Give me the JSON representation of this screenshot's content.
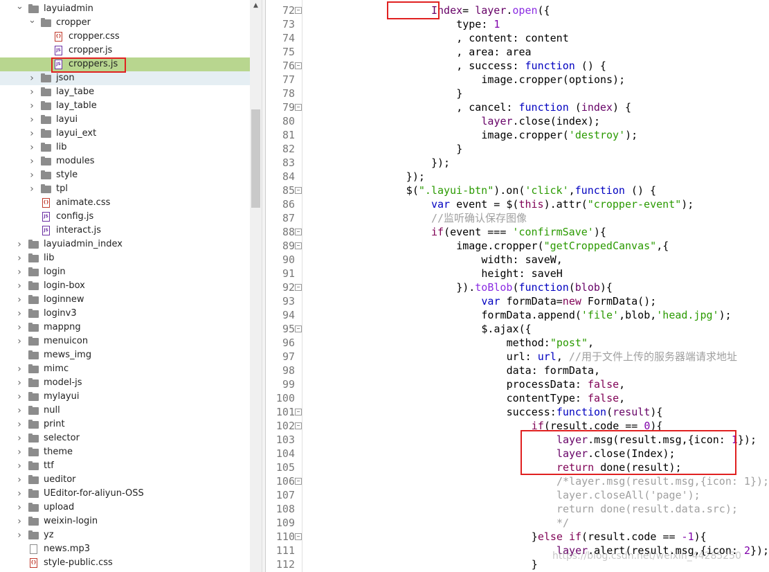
{
  "tree": {
    "items": [
      {
        "label": "layuiadmin",
        "type": "folder",
        "expanded": true,
        "depth": 0
      },
      {
        "label": "cropper",
        "type": "folder",
        "expanded": true,
        "depth": 1
      },
      {
        "label": "cropper.css",
        "type": "file",
        "ext": "css",
        "depth": 2
      },
      {
        "label": "cropper.js",
        "type": "file",
        "ext": "js",
        "depth": 2
      },
      {
        "label": "croppers.js",
        "type": "file",
        "ext": "js",
        "depth": 2,
        "selected": true,
        "highlighted": true
      },
      {
        "label": "json",
        "type": "folder",
        "expanded": false,
        "depth": 1,
        "hover": true
      },
      {
        "label": "lay_tabe",
        "type": "folder",
        "expanded": false,
        "depth": 1
      },
      {
        "label": "lay_table",
        "type": "folder",
        "expanded": false,
        "depth": 1
      },
      {
        "label": "layui",
        "type": "folder",
        "expanded": false,
        "depth": 1
      },
      {
        "label": "layui_ext",
        "type": "folder",
        "expanded": false,
        "depth": 1
      },
      {
        "label": "lib",
        "type": "folder",
        "expanded": false,
        "depth": 1
      },
      {
        "label": "modules",
        "type": "folder",
        "expanded": false,
        "depth": 1
      },
      {
        "label": "style",
        "type": "folder",
        "expanded": false,
        "depth": 1
      },
      {
        "label": "tpl",
        "type": "folder",
        "expanded": false,
        "depth": 1
      },
      {
        "label": "animate.css",
        "type": "file",
        "ext": "css",
        "depth": 1
      },
      {
        "label": "config.js",
        "type": "file",
        "ext": "js",
        "depth": 1
      },
      {
        "label": "interact.js",
        "type": "file",
        "ext": "js",
        "depth": 1
      },
      {
        "label": "layuiadmin_index",
        "type": "folder",
        "expanded": false,
        "depth": 0
      },
      {
        "label": "lib",
        "type": "folder",
        "expanded": false,
        "depth": 0
      },
      {
        "label": "login",
        "type": "folder",
        "expanded": false,
        "depth": 0
      },
      {
        "label": "login-box",
        "type": "folder",
        "expanded": false,
        "depth": 0
      },
      {
        "label": "loginnew",
        "type": "folder",
        "expanded": false,
        "depth": 0
      },
      {
        "label": "loginv3",
        "type": "folder",
        "expanded": false,
        "depth": 0
      },
      {
        "label": "mappng",
        "type": "folder",
        "expanded": false,
        "depth": 0
      },
      {
        "label": "menuicon",
        "type": "folder",
        "expanded": false,
        "depth": 0
      },
      {
        "label": "mews_img",
        "type": "folder",
        "expanded": false,
        "depth": 0,
        "nochev": true
      },
      {
        "label": "mimc",
        "type": "folder",
        "expanded": false,
        "depth": 0
      },
      {
        "label": "model-js",
        "type": "folder",
        "expanded": false,
        "depth": 0
      },
      {
        "label": "mylayui",
        "type": "folder",
        "expanded": false,
        "depth": 0
      },
      {
        "label": "null",
        "type": "folder",
        "expanded": false,
        "depth": 0
      },
      {
        "label": "print",
        "type": "folder",
        "expanded": false,
        "depth": 0
      },
      {
        "label": "selector",
        "type": "folder",
        "expanded": false,
        "depth": 0
      },
      {
        "label": "theme",
        "type": "folder",
        "expanded": false,
        "depth": 0
      },
      {
        "label": "ttf",
        "type": "folder",
        "expanded": false,
        "depth": 0
      },
      {
        "label": "ueditor",
        "type": "folder",
        "expanded": false,
        "depth": 0
      },
      {
        "label": "UEditor-for-aliyun-OSS",
        "type": "folder",
        "expanded": false,
        "depth": 0
      },
      {
        "label": "upload",
        "type": "folder",
        "expanded": false,
        "depth": 0
      },
      {
        "label": "weixin-login",
        "type": "folder",
        "expanded": false,
        "depth": 0
      },
      {
        "label": "yz",
        "type": "folder",
        "expanded": false,
        "depth": 0
      },
      {
        "label": "news.mp3",
        "type": "file",
        "ext": "plain",
        "depth": 0
      },
      {
        "label": "style-public.css",
        "type": "file",
        "ext": "css",
        "depth": 0
      }
    ]
  },
  "editor": {
    "lines": [
      {
        "n": "72",
        "fold": true,
        "indent": 20,
        "tokens": [
          [
            "Index",
            "p"
          ],
          [
            "= ",
            ""
          ],
          [
            "layer",
            "p"
          ],
          [
            ".",
            ""
          ],
          [
            "open",
            "f"
          ],
          [
            "({",
            ""
          ]
        ]
      },
      {
        "n": "73",
        "indent": 24,
        "tokens": [
          [
            "type",
            ""
          ],
          [
            ": ",
            ""
          ],
          [
            "1",
            "n"
          ]
        ]
      },
      {
        "n": "74",
        "indent": 24,
        "tokens": [
          [
            ", ",
            ""
          ],
          [
            "content",
            ""
          ],
          [
            ": content",
            ""
          ]
        ]
      },
      {
        "n": "75",
        "indent": 24,
        "tokens": [
          [
            ", ",
            ""
          ],
          [
            "area",
            ""
          ],
          [
            ": area",
            ""
          ]
        ]
      },
      {
        "n": "76",
        "fold": true,
        "indent": 24,
        "tokens": [
          [
            ", success: ",
            ""
          ],
          [
            "function",
            "kb"
          ],
          [
            " () {",
            ""
          ]
        ]
      },
      {
        "n": "77",
        "indent": 28,
        "tokens": [
          [
            "image.cropper(options);",
            ""
          ]
        ]
      },
      {
        "n": "78",
        "indent": 24,
        "tokens": [
          [
            "}",
            ""
          ]
        ]
      },
      {
        "n": "79",
        "fold": true,
        "indent": 24,
        "tokens": [
          [
            ", cancel: ",
            ""
          ],
          [
            "function",
            "kb"
          ],
          [
            " (",
            ""
          ],
          [
            "index",
            "p"
          ],
          [
            ") {",
            ""
          ]
        ]
      },
      {
        "n": "80",
        "indent": 28,
        "tokens": [
          [
            "layer",
            "p"
          ],
          [
            ".close(index);",
            ""
          ]
        ]
      },
      {
        "n": "81",
        "indent": 28,
        "tokens": [
          [
            "image.cropper(",
            ""
          ],
          [
            "'destroy'",
            "s"
          ],
          [
            ");",
            ""
          ]
        ]
      },
      {
        "n": "82",
        "indent": 24,
        "tokens": [
          [
            "}",
            ""
          ]
        ]
      },
      {
        "n": "83",
        "indent": 20,
        "tokens": [
          [
            "});",
            ""
          ]
        ]
      },
      {
        "n": "84",
        "indent": 16,
        "tokens": [
          [
            "});",
            ""
          ]
        ]
      },
      {
        "n": "85",
        "fold": true,
        "indent": 16,
        "tokens": [
          [
            "$(",
            ""
          ],
          [
            "\".layui-btn\"",
            "s"
          ],
          [
            ").on(",
            ""
          ],
          [
            "'click'",
            "s"
          ],
          [
            ",",
            ""
          ],
          [
            "function",
            "kb"
          ],
          [
            " () {",
            ""
          ]
        ]
      },
      {
        "n": "86",
        "indent": 20,
        "tokens": [
          [
            "var",
            "kb"
          ],
          [
            " event = $(",
            ""
          ],
          [
            "this",
            "k"
          ],
          [
            ").attr(",
            ""
          ],
          [
            "\"cropper-event\"",
            "s"
          ],
          [
            ");",
            ""
          ]
        ]
      },
      {
        "n": "87",
        "indent": 20,
        "tokens": [
          [
            "//监听确认保存图像",
            "c"
          ]
        ]
      },
      {
        "n": "88",
        "fold": true,
        "indent": 20,
        "tokens": [
          [
            "if",
            "k"
          ],
          [
            "(event === ",
            ""
          ],
          [
            "'confirmSave'",
            "s"
          ],
          [
            "){",
            ""
          ]
        ]
      },
      {
        "n": "89",
        "fold": true,
        "indent": 24,
        "tokens": [
          [
            "image.cropper(",
            ""
          ],
          [
            "\"getCroppedCanvas\"",
            "s"
          ],
          [
            ",{",
            ""
          ]
        ]
      },
      {
        "n": "90",
        "indent": 28,
        "tokens": [
          [
            "width: saveW,",
            ""
          ]
        ]
      },
      {
        "n": "91",
        "indent": 28,
        "tokens": [
          [
            "height: saveH",
            ""
          ]
        ]
      },
      {
        "n": "92",
        "fold": true,
        "indent": 24,
        "tokens": [
          [
            "}).",
            ""
          ],
          [
            "toBlob",
            "f"
          ],
          [
            "(",
            ""
          ],
          [
            "function",
            "kb"
          ],
          [
            "(",
            ""
          ],
          [
            "blob",
            "p"
          ],
          [
            "){",
            ""
          ]
        ]
      },
      {
        "n": "93",
        "indent": 28,
        "tokens": [
          [
            "var",
            "kb"
          ],
          [
            " formData=",
            ""
          ],
          [
            "new",
            "k"
          ],
          [
            " FormData();",
            ""
          ]
        ]
      },
      {
        "n": "94",
        "indent": 28,
        "tokens": [
          [
            "formData.append(",
            ""
          ],
          [
            "'file'",
            "s"
          ],
          [
            ",blob,",
            ""
          ],
          [
            "'head.jpg'",
            "s"
          ],
          [
            ");",
            ""
          ]
        ]
      },
      {
        "n": "95",
        "fold": true,
        "indent": 28,
        "tokens": [
          [
            "$.ajax({",
            ""
          ]
        ]
      },
      {
        "n": "96",
        "indent": 32,
        "tokens": [
          [
            "method:",
            ""
          ],
          [
            "\"post\"",
            "s"
          ],
          [
            ",",
            ""
          ]
        ]
      },
      {
        "n": "97",
        "indent": 32,
        "tokens": [
          [
            "url: ",
            ""
          ],
          [
            "url",
            "kb"
          ],
          [
            ", ",
            ""
          ],
          [
            "//用于文件上传的服务器端请求地址",
            "c"
          ]
        ]
      },
      {
        "n": "98",
        "indent": 32,
        "tokens": [
          [
            "data: formData,",
            ""
          ]
        ]
      },
      {
        "n": "99",
        "indent": 32,
        "tokens": [
          [
            "processData: ",
            ""
          ],
          [
            "false",
            "k"
          ],
          [
            ",",
            ""
          ]
        ]
      },
      {
        "n": "100",
        "indent": 32,
        "tokens": [
          [
            "contentType: ",
            ""
          ],
          [
            "false",
            "k"
          ],
          [
            ",",
            ""
          ]
        ]
      },
      {
        "n": "101",
        "fold": true,
        "indent": 32,
        "tokens": [
          [
            "success:",
            ""
          ],
          [
            "function",
            "kb"
          ],
          [
            "(",
            ""
          ],
          [
            "result",
            "p"
          ],
          [
            "){",
            ""
          ]
        ]
      },
      {
        "n": "102",
        "fold": true,
        "indent": 36,
        "tokens": [
          [
            "if",
            "k"
          ],
          [
            "(result.code == ",
            ""
          ],
          [
            "0",
            "n"
          ],
          [
            "){",
            ""
          ]
        ]
      },
      {
        "n": "103",
        "indent": 40,
        "tokens": [
          [
            "layer",
            "p"
          ],
          [
            ".msg(result.msg,{icon: ",
            ""
          ],
          [
            "1",
            "n"
          ],
          [
            "});",
            ""
          ]
        ]
      },
      {
        "n": "104",
        "indent": 40,
        "tokens": [
          [
            "layer",
            "p"
          ],
          [
            ".close(Index);",
            ""
          ]
        ]
      },
      {
        "n": "105",
        "indent": 40,
        "tokens": [
          [
            "return",
            "k"
          ],
          [
            " done(result);",
            ""
          ]
        ]
      },
      {
        "n": "106",
        "fold": true,
        "indent": 40,
        "tokens": [
          [
            "/*layer.msg(result.msg,{icon: 1});",
            "c"
          ]
        ]
      },
      {
        "n": "107",
        "indent": 40,
        "tokens": [
          [
            "layer.closeAll('page');",
            "c"
          ]
        ]
      },
      {
        "n": "108",
        "indent": 40,
        "tokens": [
          [
            "return done(result.data.src);",
            "c"
          ]
        ]
      },
      {
        "n": "109",
        "indent": 40,
        "tokens": [
          [
            "*/",
            "c"
          ]
        ]
      },
      {
        "n": "110",
        "fold": true,
        "indent": 36,
        "tokens": [
          [
            "}",
            ""
          ],
          [
            "else",
            "k"
          ],
          [
            " ",
            ""
          ],
          [
            "if",
            "k"
          ],
          [
            "(result.code == ",
            ""
          ],
          [
            "-1",
            "n"
          ],
          [
            "){",
            ""
          ]
        ]
      },
      {
        "n": "111",
        "indent": 40,
        "tokens": [
          [
            "layer",
            "p"
          ],
          [
            ".alert(result.msg,{icon: ",
            ""
          ],
          [
            "2",
            "n"
          ],
          [
            "});",
            ""
          ]
        ]
      },
      {
        "n": "112",
        "indent": 36,
        "tokens": [
          [
            "}",
            ""
          ]
        ]
      }
    ]
  },
  "watermark": "https://blog.csdn.net/weixin_44285250"
}
